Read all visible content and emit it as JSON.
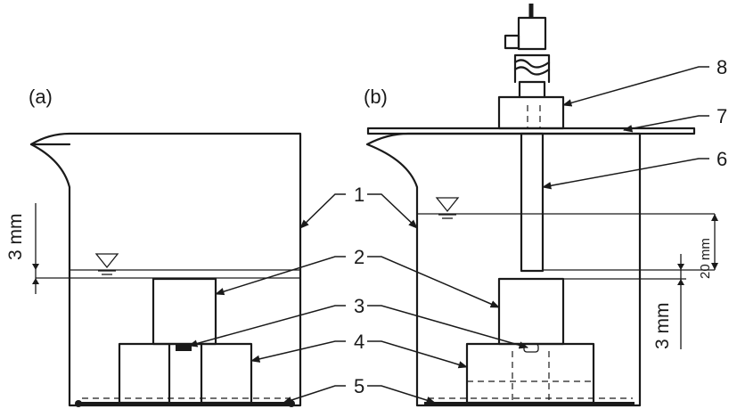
{
  "panels": {
    "a": {
      "label": "(a)"
    },
    "b": {
      "label": "(b)"
    }
  },
  "callouts": [
    "1",
    "2",
    "3",
    "4",
    "5",
    "6",
    "7",
    "8"
  ],
  "dimensions": {
    "a_gap": "3 mm",
    "b_gap": "3 mm",
    "b_depth": "20 mm"
  }
}
